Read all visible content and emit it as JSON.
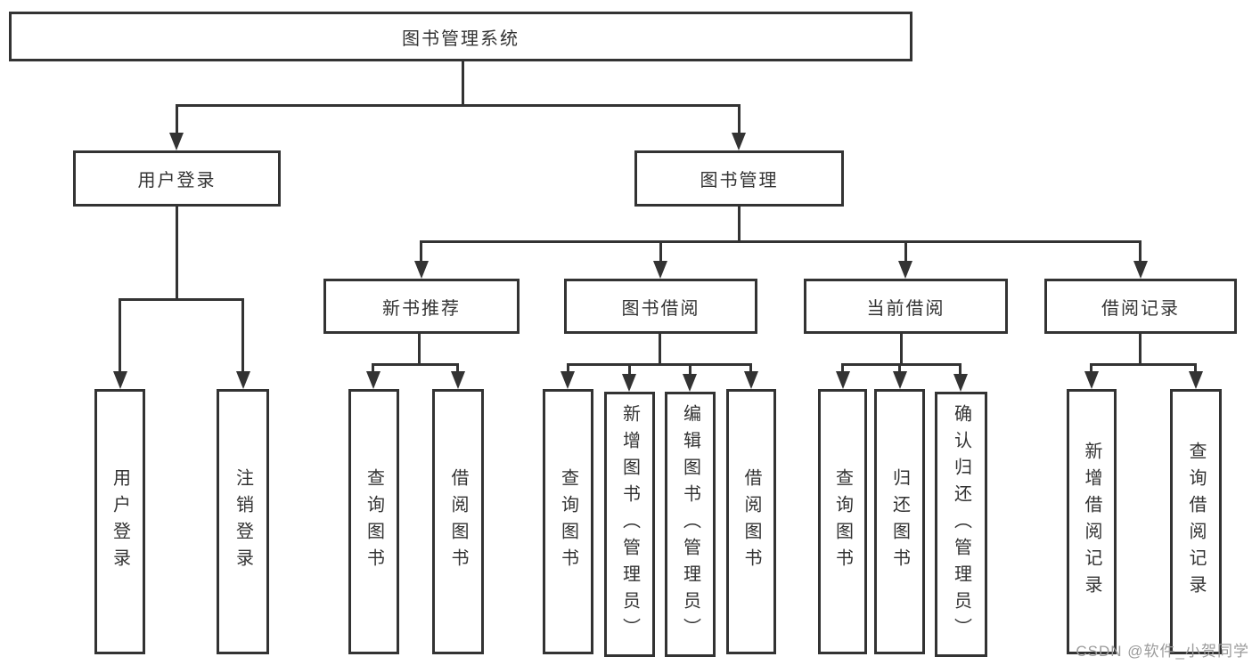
{
  "nodes": {
    "root": "图书管理系统",
    "level2": {
      "user_login": "用户登录",
      "book_management": "图书管理"
    },
    "level3": {
      "new_book": "新书推荐",
      "book_borrow": "图书借阅",
      "current_borrow": "当前借阅",
      "borrow_records": "借阅记录"
    },
    "leaves": {
      "user": [
        "用户登录",
        "注销登录"
      ],
      "new_book": [
        "查询图书",
        "借阅图书"
      ],
      "book_borrow": [
        "查询图书",
        "新增图书（管理员）",
        "编辑图书（管理员）",
        "借阅图书"
      ],
      "current_borrow": [
        "查询图书",
        "归还图书",
        "确认归还（管理员）"
      ],
      "borrow_records": [
        "新增借阅记录",
        "查询借阅记录"
      ]
    }
  },
  "colors": {
    "line": "#333333",
    "watermark": "#9b9b9b"
  },
  "watermark": "CSDN @软件_小贺同学"
}
